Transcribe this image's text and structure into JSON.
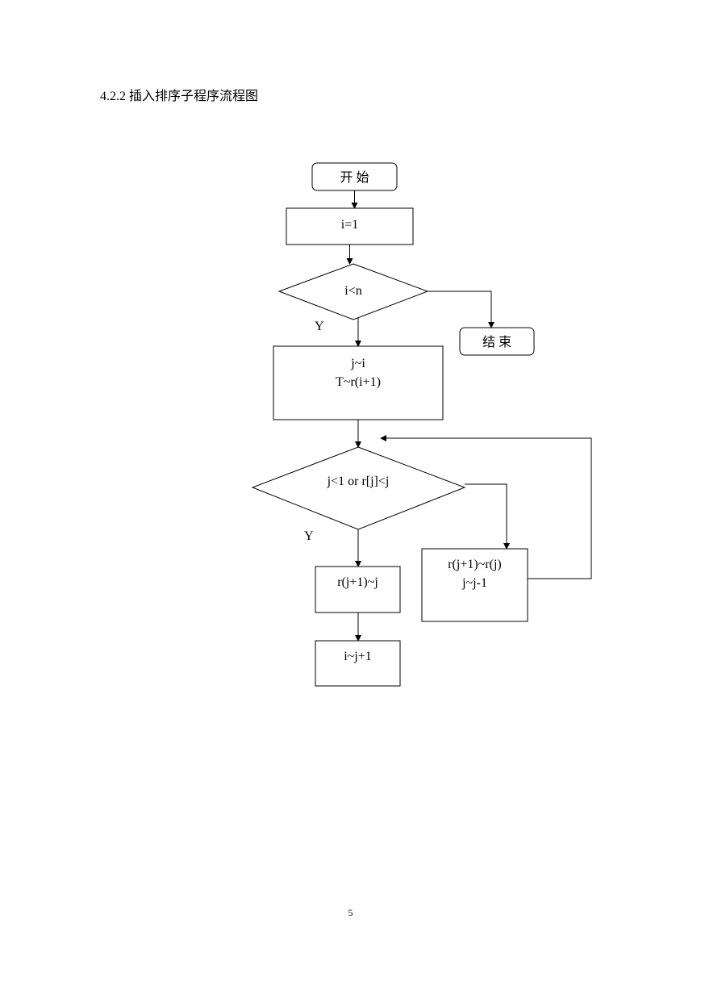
{
  "heading": "4.2.2 插入排序子程序流程图",
  "page_number": "5",
  "flowchart": {
    "start": "开 始",
    "init": "i=1",
    "cond_outer": "i<n",
    "end": "结 束",
    "yes_outer": "Y",
    "assign_line1": "j~i",
    "assign_line2": "T~r(i+1)",
    "cond_inner": "j<1 or r[j]<j",
    "yes_inner": "Y",
    "shift_line1": "r(j+1)~r(j)",
    "shift_line2": "j~j-1",
    "insert": "r(j+1)~j",
    "next": "i~j+1"
  }
}
